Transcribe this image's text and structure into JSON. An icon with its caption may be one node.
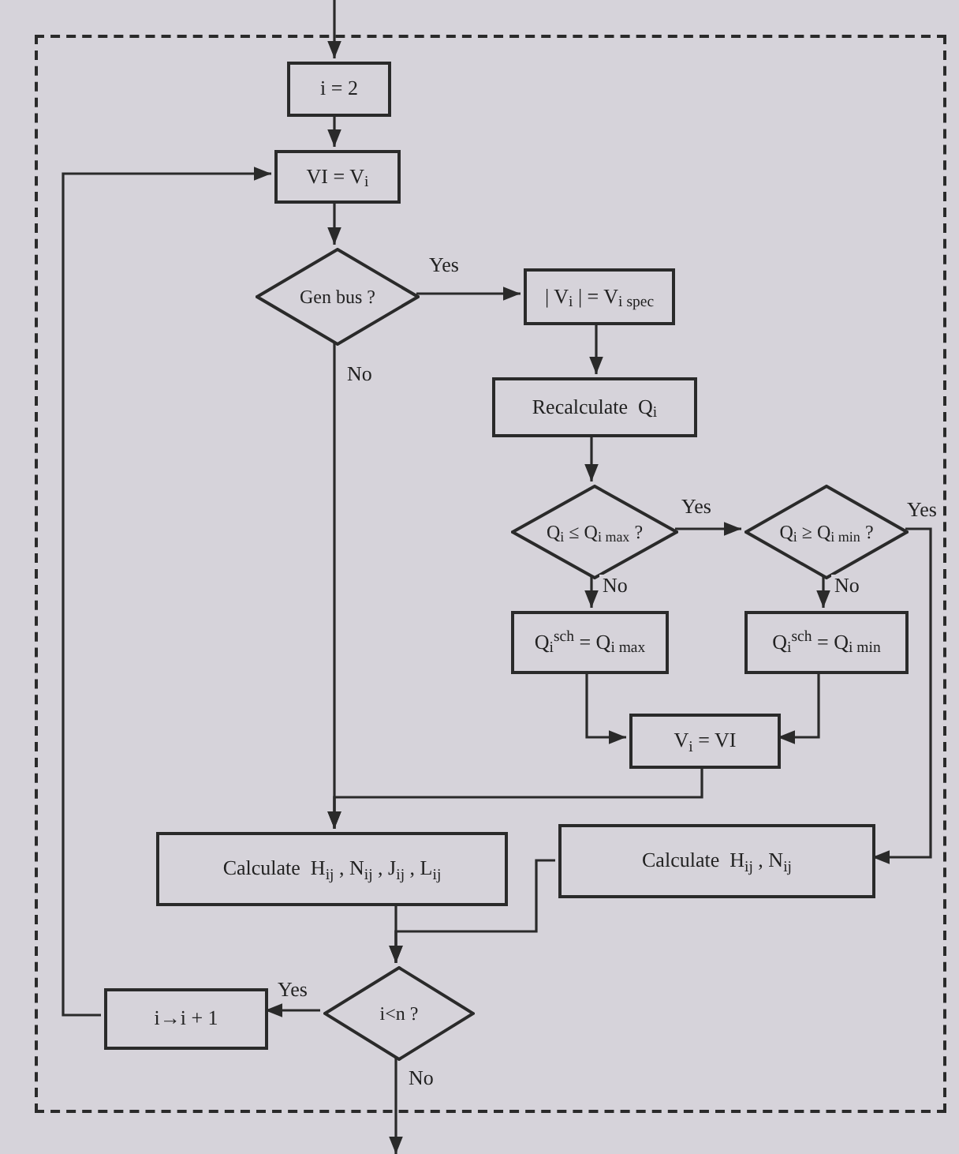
{
  "diagram": {
    "nodes": [
      {
        "text": [],
        "shape": "box"
      },
      {
        "text": [
          "i = 2"
        ],
        "in": 0
      },
      {
        "text": [
          "VI = V$_{i}$"
        ],
        "in": 0
      },
      {
        "text": [
          "Gen bus ?"
        ],
        "in": 0
      },
      {
        "text": [
          "| V$_{i}$ | = V$_{i spec}$"
        ],
        "in": 0
      },
      {
        "text": [
          "Recalculate  Q$_{i}$"
        ],
        "in": 0
      },
      {
        "text": [
          "Q$_{i}$ ≤ Q$_{i max}$ ?"
        ],
        "in": 0
      },
      {
        "text": [
          "Q$_{i}$ ≥ Q$_{i min}$ ?"
        ],
        "in": 0
      },
      {
        "text": [
          "Q$_{i}$$^{sch}$ = Q$_{i max}$"
        ],
        "in": 0
      },
      {
        "text": [
          "Q$_{i}$$^{sch}$ = Q$_{i min}$"
        ],
        "in": 0
      },
      {
        "text": [
          "V$_{i}$ = VI"
        ],
        "in": 0
      },
      {
        "text": [
          "Calculate  H$_{ij}$ , N$_{ij}$ , J$_{ij}$ , L$_{ij}$"
        ],
        "in": 0
      },
      {
        "text": [
          "Calculate  H$_{ij}$ , N$_{ij}$"
        ],
        "in": 0
      },
      {
        "text": [
          "i<n ?"
        ],
        "in": 0
      },
      {
        "text": [
          "i→i + 1"
        ],
        "in": 0
      }
    ],
    "edges": [
      {
        "from": null,
        "to": 1,
        "arrow": "to"
      },
      {
        "from": 1,
        "to": 2,
        "arrow": "to"
      },
      {
        "from": 2,
        "to": 3,
        "arrow": "to"
      },
      {
        "from": 3,
        "to": 4,
        "arrow": "to",
        "label": "Yes"
      },
      {
        "from": 3,
        "to": 11,
        "arrow": "to",
        "label": "No"
      },
      {
        "from": 4,
        "to": 5,
        "arrow": "to"
      },
      {
        "from": 5,
        "to": 6,
        "arrow": "to"
      },
      {
        "from": 6,
        "to": 7,
        "arrow": "to",
        "label": "Yes"
      },
      {
        "from": 6,
        "to": 8,
        "arrow": "to",
        "label": "No"
      },
      {
        "from": 7,
        "to": 9,
        "arrow": "to",
        "label": "No"
      },
      {
        "from": 7,
        "to": 12,
        "arrow": "to",
        "label": "Yes"
      },
      {
        "from": 8,
        "to": 10,
        "arrow": "to"
      },
      {
        "from": 9,
        "to": 10,
        "arrow": "to"
      },
      {
        "from": 10,
        "to": 11,
        "arrow": "to"
      },
      {
        "from": 11,
        "to": 13,
        "arrow": "to"
      },
      {
        "from": 12,
        "to": 13,
        "arrow": "to"
      },
      {
        "from": 13,
        "to": 14,
        "arrow": "to",
        "label": "Yes"
      },
      {
        "from": 14,
        "to": 2,
        "arrow": "to"
      },
      {
        "from": 13,
        "to": null,
        "arrow": "to",
        "label": "No"
      }
    ]
  }
}
